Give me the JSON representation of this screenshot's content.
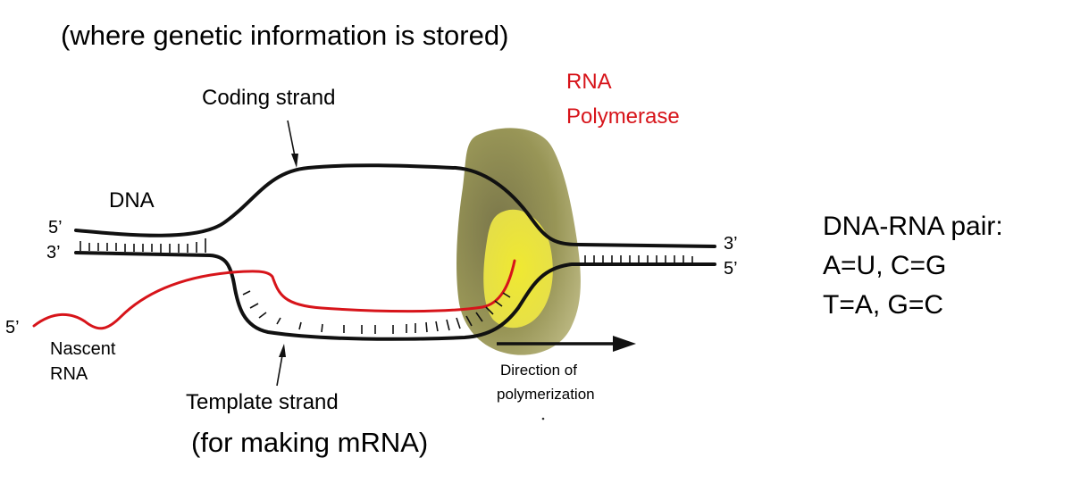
{
  "header_note": "(where genetic information is stored)",
  "labels": {
    "coding_strand": "Coding strand",
    "rna_polymerase_line1": "RNA",
    "rna_polymerase_line2": "Polymerase",
    "dna": "DNA",
    "five_prime_top_left": "5’",
    "three_prime_left": "3’",
    "five_prime_rna": "5’",
    "nascent_rna_line1": "Nascent",
    "nascent_rna_line2": "RNA",
    "three_prime_right": "3’",
    "five_prime_right": "5’",
    "template_strand": "Template strand",
    "template_note": "(for making mRNA)",
    "direction_line1": "Direction of",
    "direction_line2": "polymerization"
  },
  "pairing": {
    "title": "DNA-RNA pair:",
    "rule1": "A=U, C=G",
    "rule2": "T=A, G=C"
  },
  "colors": {
    "dna_strand": "#111111",
    "rna_strand": "#d7141a",
    "polymerase_outer": "#9c9a4a",
    "polymerase_inner": "#f2ec3a",
    "label_red": "#d7141a"
  }
}
